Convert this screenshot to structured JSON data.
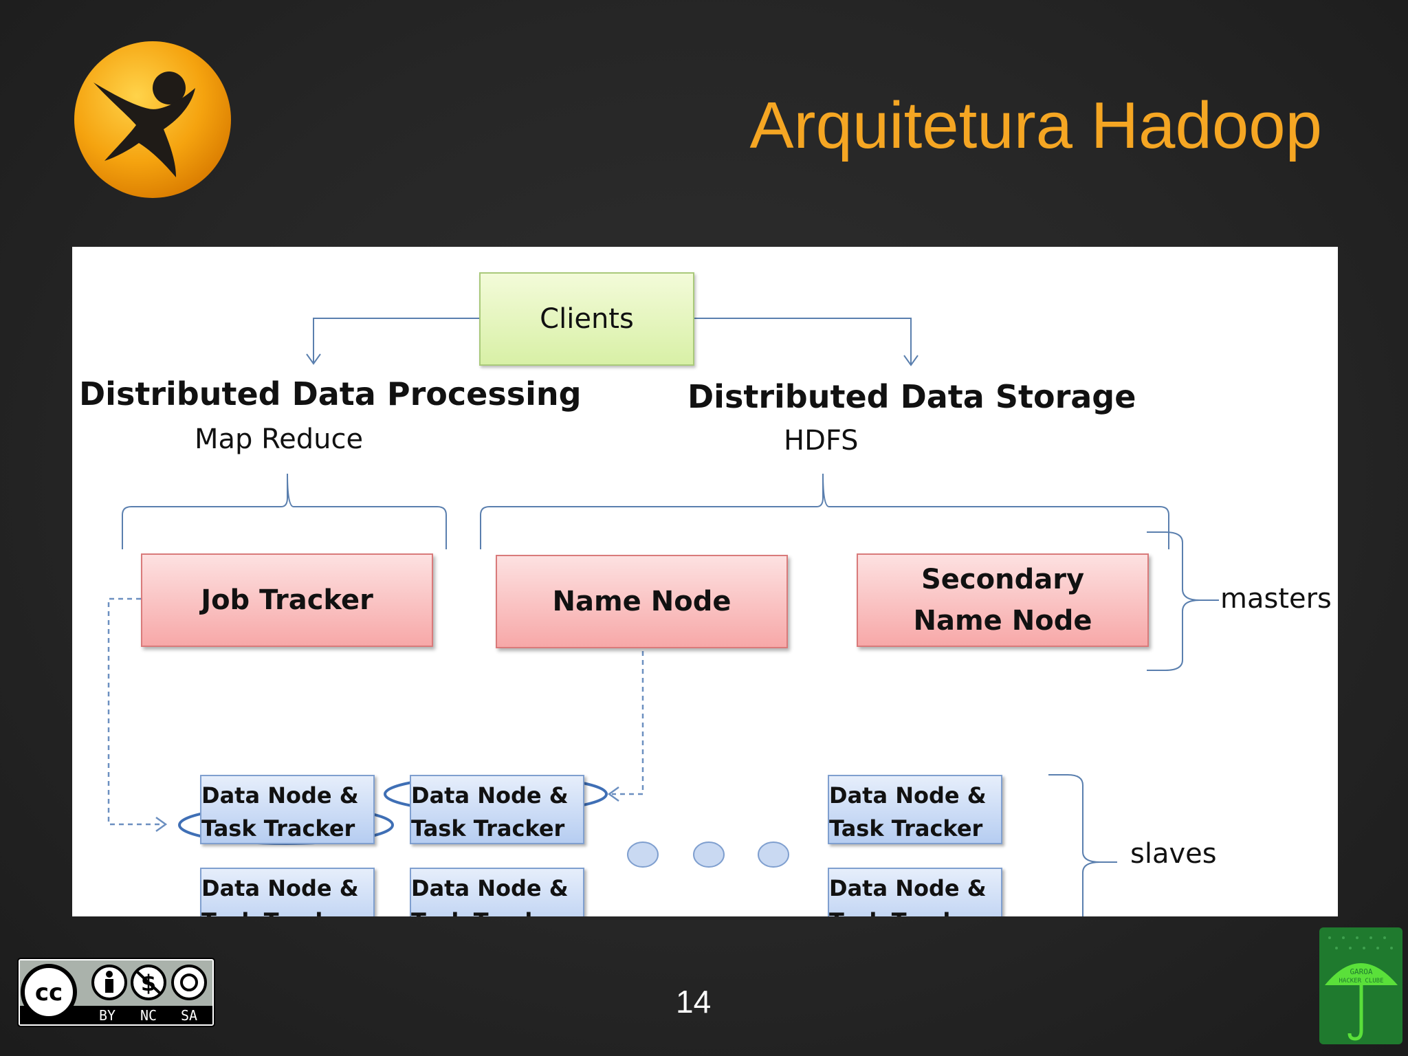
{
  "slide": {
    "title": "Arquitetura Hadoop",
    "page_number": "14",
    "colors": {
      "title": "#f5a623",
      "background": "#262626"
    }
  },
  "diagram": {
    "clients_label": "Clients",
    "processing_heading": "Distributed Data Processing",
    "processing_sub": "Map Reduce",
    "storage_heading": "Distributed Data Storage",
    "storage_sub": "HDFS",
    "job_tracker": "Job Tracker",
    "name_node": "Name Node",
    "secondary_line1": "Secondary",
    "secondary_line2": "Name Node",
    "masters_label": "masters",
    "slaves_label": "slaves",
    "slave_line1": "Data Node &",
    "slave_line2": "Task Tracker"
  },
  "badges": {
    "cc_icon": "cc-icon",
    "cc_terms": [
      "BY",
      "NC",
      "SA"
    ],
    "garoa_lines": [
      "GAROA",
      "HACKER CLUBE"
    ]
  }
}
